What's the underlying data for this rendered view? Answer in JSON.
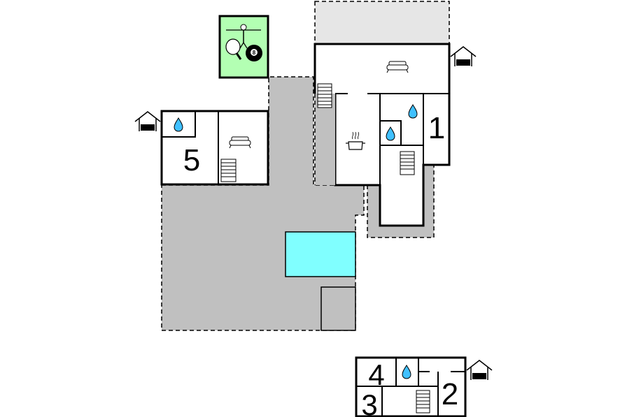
{
  "rooms": [
    {
      "number": "1"
    },
    {
      "number": "5"
    },
    {
      "number": "4"
    },
    {
      "number": "3"
    },
    {
      "number": "2"
    }
  ],
  "icons": {
    "games": "games-room-icon",
    "sofa": "sofa-icon",
    "kitchen": "kitchen-pot-icon",
    "water": "water-drop-icon",
    "stairs": "stairs-icon",
    "entrance": "entrance-house-icon"
  },
  "colors": {
    "terrace": "#c0c0c0",
    "covered_terrace": "#e6e6e6",
    "pool": "#80ffff",
    "games_room": "#b3ffb3",
    "walls": "#000000"
  }
}
